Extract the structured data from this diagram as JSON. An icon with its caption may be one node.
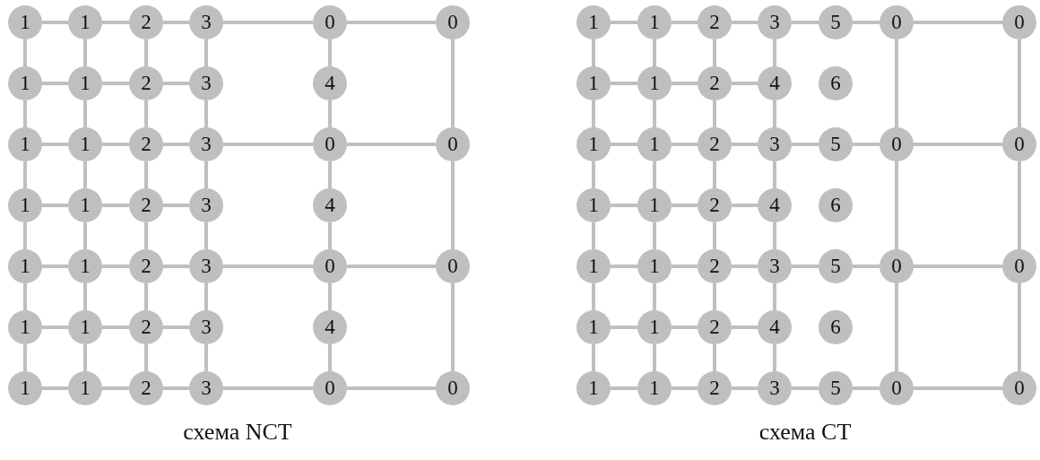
{
  "diagram": {
    "nodes": [
      {
        "text": [
          "1"
        ]
      },
      {
        "text": [
          "1"
        ]
      },
      {
        "text": [
          "2"
        ]
      },
      {
        "text": [
          "3"
        ]
      },
      {
        "text": [
          "0"
        ]
      },
      {
        "text": [
          "0"
        ]
      },
      {
        "text": [
          "1"
        ]
      },
      {
        "text": [
          "1"
        ]
      },
      {
        "text": [
          "2"
        ]
      },
      {
        "text": [
          "3"
        ]
      },
      {
        "text": [
          "4"
        ]
      },
      {
        "text": [
          "1"
        ]
      },
      {
        "text": [
          "1"
        ]
      },
      {
        "text": [
          "2"
        ]
      },
      {
        "text": [
          "3"
        ]
      },
      {
        "text": [
          "0"
        ]
      },
      {
        "text": [
          "0"
        ]
      },
      {
        "text": [
          "1"
        ]
      },
      {
        "text": [
          "1"
        ]
      },
      {
        "text": [
          "2"
        ]
      },
      {
        "text": [
          "3"
        ]
      },
      {
        "text": [
          "4"
        ]
      },
      {
        "text": [
          "1"
        ]
      },
      {
        "text": [
          "1"
        ]
      },
      {
        "text": [
          "2"
        ]
      },
      {
        "text": [
          "3"
        ]
      },
      {
        "text": [
          "0"
        ]
      },
      {
        "text": [
          "0"
        ]
      },
      {
        "text": [
          "1"
        ]
      },
      {
        "text": [
          "1"
        ]
      },
      {
        "text": [
          "2"
        ]
      },
      {
        "text": [
          "3"
        ]
      },
      {
        "text": [
          "4"
        ]
      },
      {
        "text": [
          "1"
        ]
      },
      {
        "text": [
          "1"
        ]
      },
      {
        "text": [
          "2"
        ]
      },
      {
        "text": [
          "3"
        ]
      },
      {
        "text": [
          "0"
        ]
      },
      {
        "text": [
          "0"
        ]
      },
      {
        "text": [
          "1"
        ]
      },
      {
        "text": [
          "1"
        ]
      },
      {
        "text": [
          "2"
        ]
      },
      {
        "text": [
          "3"
        ]
      },
      {
        "text": [
          "5"
        ]
      },
      {
        "text": [
          "0"
        ]
      },
      {
        "text": [
          "0"
        ]
      },
      {
        "text": [
          "1"
        ]
      },
      {
        "text": [
          "1"
        ]
      },
      {
        "text": [
          "2"
        ]
      },
      {
        "text": [
          "4"
        ]
      },
      {
        "text": [
          "6"
        ]
      },
      {
        "text": [
          "1"
        ]
      },
      {
        "text": [
          "1"
        ]
      },
      {
        "text": [
          "2"
        ]
      },
      {
        "text": [
          "3"
        ]
      },
      {
        "text": [
          "5"
        ]
      },
      {
        "text": [
          "0"
        ]
      },
      {
        "text": [
          "0"
        ]
      },
      {
        "text": [
          "1"
        ]
      },
      {
        "text": [
          "1"
        ]
      },
      {
        "text": [
          "2"
        ]
      },
      {
        "text": [
          "4"
        ]
      },
      {
        "text": [
          "6"
        ]
      },
      {
        "text": [
          "1"
        ]
      },
      {
        "text": [
          "1"
        ]
      },
      {
        "text": [
          "2"
        ]
      },
      {
        "text": [
          "3"
        ]
      },
      {
        "text": [
          "5"
        ]
      },
      {
        "text": [
          "0"
        ]
      },
      {
        "text": [
          "0"
        ]
      },
      {
        "text": [
          "1"
        ]
      },
      {
        "text": [
          "1"
        ]
      },
      {
        "text": [
          "2"
        ]
      },
      {
        "text": [
          "4"
        ]
      },
      {
        "text": [
          "6"
        ]
      },
      {
        "text": [
          "1"
        ]
      },
      {
        "text": [
          "1"
        ]
      },
      {
        "text": [
          "2"
        ]
      },
      {
        "text": [
          "3"
        ]
      },
      {
        "text": [
          "5"
        ]
      },
      {
        "text": [
          "0"
        ]
      },
      {
        "text": [
          "0"
        ]
      }
    ],
    "edges": [
      {
        "from": 0,
        "to": 1,
        "arrow": "none"
      },
      {
        "from": 1,
        "to": 2,
        "arrow": "none"
      },
      {
        "from": 2,
        "to": 3,
        "arrow": "none"
      },
      {
        "from": 3,
        "to": 4,
        "arrow": "none"
      },
      {
        "from": 4,
        "to": 5,
        "arrow": "none"
      },
      {
        "from": 0,
        "to": 6,
        "arrow": "none"
      },
      {
        "from": 1,
        "to": 7,
        "arrow": "none"
      },
      {
        "from": 2,
        "to": 8,
        "arrow": "none"
      },
      {
        "from": 3,
        "to": 9,
        "arrow": "none"
      },
      {
        "from": 4,
        "to": 10,
        "arrow": "none"
      },
      {
        "from": 5,
        "to": 16,
        "arrow": "none"
      },
      {
        "from": 6,
        "to": 7,
        "arrow": "none"
      },
      {
        "from": 7,
        "to": 8,
        "arrow": "none"
      },
      {
        "from": 8,
        "to": 9,
        "arrow": "none"
      },
      {
        "from": 6,
        "to": 11,
        "arrow": "none"
      },
      {
        "from": 7,
        "to": 12,
        "arrow": "none"
      },
      {
        "from": 8,
        "to": 13,
        "arrow": "none"
      },
      {
        "from": 9,
        "to": 14,
        "arrow": "none"
      },
      {
        "from": 10,
        "to": 15,
        "arrow": "none"
      },
      {
        "from": 11,
        "to": 12,
        "arrow": "none"
      },
      {
        "from": 12,
        "to": 13,
        "arrow": "none"
      },
      {
        "from": 13,
        "to": 14,
        "arrow": "none"
      },
      {
        "from": 14,
        "to": 15,
        "arrow": "none"
      },
      {
        "from": 15,
        "to": 16,
        "arrow": "none"
      },
      {
        "from": 11,
        "to": 17,
        "arrow": "none"
      },
      {
        "from": 12,
        "to": 18,
        "arrow": "none"
      },
      {
        "from": 13,
        "to": 19,
        "arrow": "none"
      },
      {
        "from": 14,
        "to": 20,
        "arrow": "none"
      },
      {
        "from": 15,
        "to": 21,
        "arrow": "none"
      },
      {
        "from": 16,
        "to": 27,
        "arrow": "none"
      },
      {
        "from": 17,
        "to": 18,
        "arrow": "none"
      },
      {
        "from": 18,
        "to": 19,
        "arrow": "none"
      },
      {
        "from": 19,
        "to": 20,
        "arrow": "none"
      },
      {
        "from": 17,
        "to": 22,
        "arrow": "none"
      },
      {
        "from": 18,
        "to": 23,
        "arrow": "none"
      },
      {
        "from": 19,
        "to": 24,
        "arrow": "none"
      },
      {
        "from": 20,
        "to": 25,
        "arrow": "none"
      },
      {
        "from": 21,
        "to": 26,
        "arrow": "none"
      },
      {
        "from": 22,
        "to": 23,
        "arrow": "none"
      },
      {
        "from": 23,
        "to": 24,
        "arrow": "none"
      },
      {
        "from": 24,
        "to": 25,
        "arrow": "none"
      },
      {
        "from": 25,
        "to": 26,
        "arrow": "none"
      },
      {
        "from": 26,
        "to": 27,
        "arrow": "none"
      },
      {
        "from": 22,
        "to": 28,
        "arrow": "none"
      },
      {
        "from": 23,
        "to": 29,
        "arrow": "none"
      },
      {
        "from": 24,
        "to": 30,
        "arrow": "none"
      },
      {
        "from": 25,
        "to": 31,
        "arrow": "none"
      },
      {
        "from": 26,
        "to": 32,
        "arrow": "none"
      },
      {
        "from": 27,
        "to": 38,
        "arrow": "none"
      },
      {
        "from": 28,
        "to": 29,
        "arrow": "none"
      },
      {
        "from": 29,
        "to": 30,
        "arrow": "none"
      },
      {
        "from": 30,
        "to": 31,
        "arrow": "none"
      },
      {
        "from": 28,
        "to": 33,
        "arrow": "none"
      },
      {
        "from": 29,
        "to": 34,
        "arrow": "none"
      },
      {
        "from": 30,
        "to": 35,
        "arrow": "none"
      },
      {
        "from": 31,
        "to": 36,
        "arrow": "none"
      },
      {
        "from": 32,
        "to": 37,
        "arrow": "none"
      },
      {
        "from": 33,
        "to": 34,
        "arrow": "none"
      },
      {
        "from": 34,
        "to": 35,
        "arrow": "none"
      },
      {
        "from": 35,
        "to": 36,
        "arrow": "none"
      },
      {
        "from": 36,
        "to": 37,
        "arrow": "none"
      },
      {
        "from": 37,
        "to": 38,
        "arrow": "none"
      },
      {
        "from": 39,
        "to": 40,
        "arrow": "none"
      },
      {
        "from": 40,
        "to": 41,
        "arrow": "none"
      },
      {
        "from": 41,
        "to": 42,
        "arrow": "none"
      },
      {
        "from": 42,
        "to": 43,
        "arrow": "none"
      },
      {
        "from": 43,
        "to": 44,
        "arrow": "none"
      },
      {
        "from": 44,
        "to": 45,
        "arrow": "none"
      },
      {
        "from": 39,
        "to": 46,
        "arrow": "none"
      },
      {
        "from": 40,
        "to": 47,
        "arrow": "none"
      },
      {
        "from": 41,
        "to": 48,
        "arrow": "none"
      },
      {
        "from": 42,
        "to": 49,
        "arrow": "none"
      },
      {
        "from": 44,
        "to": 56,
        "arrow": "none"
      },
      {
        "from": 45,
        "to": 57,
        "arrow": "none"
      },
      {
        "from": 46,
        "to": 47,
        "arrow": "none"
      },
      {
        "from": 47,
        "to": 48,
        "arrow": "none"
      },
      {
        "from": 48,
        "to": 49,
        "arrow": "none"
      },
      {
        "from": 46,
        "to": 51,
        "arrow": "none"
      },
      {
        "from": 47,
        "to": 52,
        "arrow": "none"
      },
      {
        "from": 48,
        "to": 53,
        "arrow": "none"
      },
      {
        "from": 49,
        "to": 54,
        "arrow": "none"
      },
      {
        "from": 51,
        "to": 52,
        "arrow": "none"
      },
      {
        "from": 52,
        "to": 53,
        "arrow": "none"
      },
      {
        "from": 53,
        "to": 54,
        "arrow": "none"
      },
      {
        "from": 54,
        "to": 55,
        "arrow": "none"
      },
      {
        "from": 55,
        "to": 56,
        "arrow": "none"
      },
      {
        "from": 56,
        "to": 57,
        "arrow": "none"
      },
      {
        "from": 51,
        "to": 58,
        "arrow": "none"
      },
      {
        "from": 52,
        "to": 59,
        "arrow": "none"
      },
      {
        "from": 53,
        "to": 60,
        "arrow": "none"
      },
      {
        "from": 54,
        "to": 61,
        "arrow": "none"
      },
      {
        "from": 56,
        "to": 68,
        "arrow": "none"
      },
      {
        "from": 57,
        "to": 69,
        "arrow": "none"
      },
      {
        "from": 58,
        "to": 59,
        "arrow": "none"
      },
      {
        "from": 59,
        "to": 60,
        "arrow": "none"
      },
      {
        "from": 60,
        "to": 61,
        "arrow": "none"
      },
      {
        "from": 58,
        "to": 63,
        "arrow": "none"
      },
      {
        "from": 59,
        "to": 64,
        "arrow": "none"
      },
      {
        "from": 60,
        "to": 65,
        "arrow": "none"
      },
      {
        "from": 61,
        "to": 66,
        "arrow": "none"
      },
      {
        "from": 63,
        "to": 64,
        "arrow": "none"
      },
      {
        "from": 64,
        "to": 65,
        "arrow": "none"
      },
      {
        "from": 65,
        "to": 66,
        "arrow": "none"
      },
      {
        "from": 66,
        "to": 67,
        "arrow": "none"
      },
      {
        "from": 67,
        "to": 68,
        "arrow": "none"
      },
      {
        "from": 68,
        "to": 69,
        "arrow": "none"
      },
      {
        "from": 63,
        "to": 70,
        "arrow": "none"
      },
      {
        "from": 64,
        "to": 71,
        "arrow": "none"
      },
      {
        "from": 65,
        "to": 72,
        "arrow": "none"
      },
      {
        "from": 66,
        "to": 73,
        "arrow": "none"
      },
      {
        "from": 68,
        "to": 80,
        "arrow": "none"
      },
      {
        "from": 69,
        "to": 81,
        "arrow": "none"
      },
      {
        "from": 70,
        "to": 71,
        "arrow": "none"
      },
      {
        "from": 71,
        "to": 72,
        "arrow": "none"
      },
      {
        "from": 72,
        "to": 73,
        "arrow": "none"
      },
      {
        "from": 70,
        "to": 75,
        "arrow": "none"
      },
      {
        "from": 71,
        "to": 76,
        "arrow": "none"
      },
      {
        "from": 72,
        "to": 77,
        "arrow": "none"
      },
      {
        "from": 73,
        "to": 78,
        "arrow": "none"
      },
      {
        "from": 75,
        "to": 76,
        "arrow": "none"
      },
      {
        "from": 76,
        "to": 77,
        "arrow": "none"
      },
      {
        "from": 77,
        "to": 78,
        "arrow": "none"
      },
      {
        "from": 78,
        "to": 79,
        "arrow": "none"
      },
      {
        "from": 79,
        "to": 80,
        "arrow": "none"
      },
      {
        "from": 80,
        "to": 81,
        "arrow": "none"
      }
    ],
    "labels": [
      "схема NCT",
      "схема CT"
    ]
  }
}
